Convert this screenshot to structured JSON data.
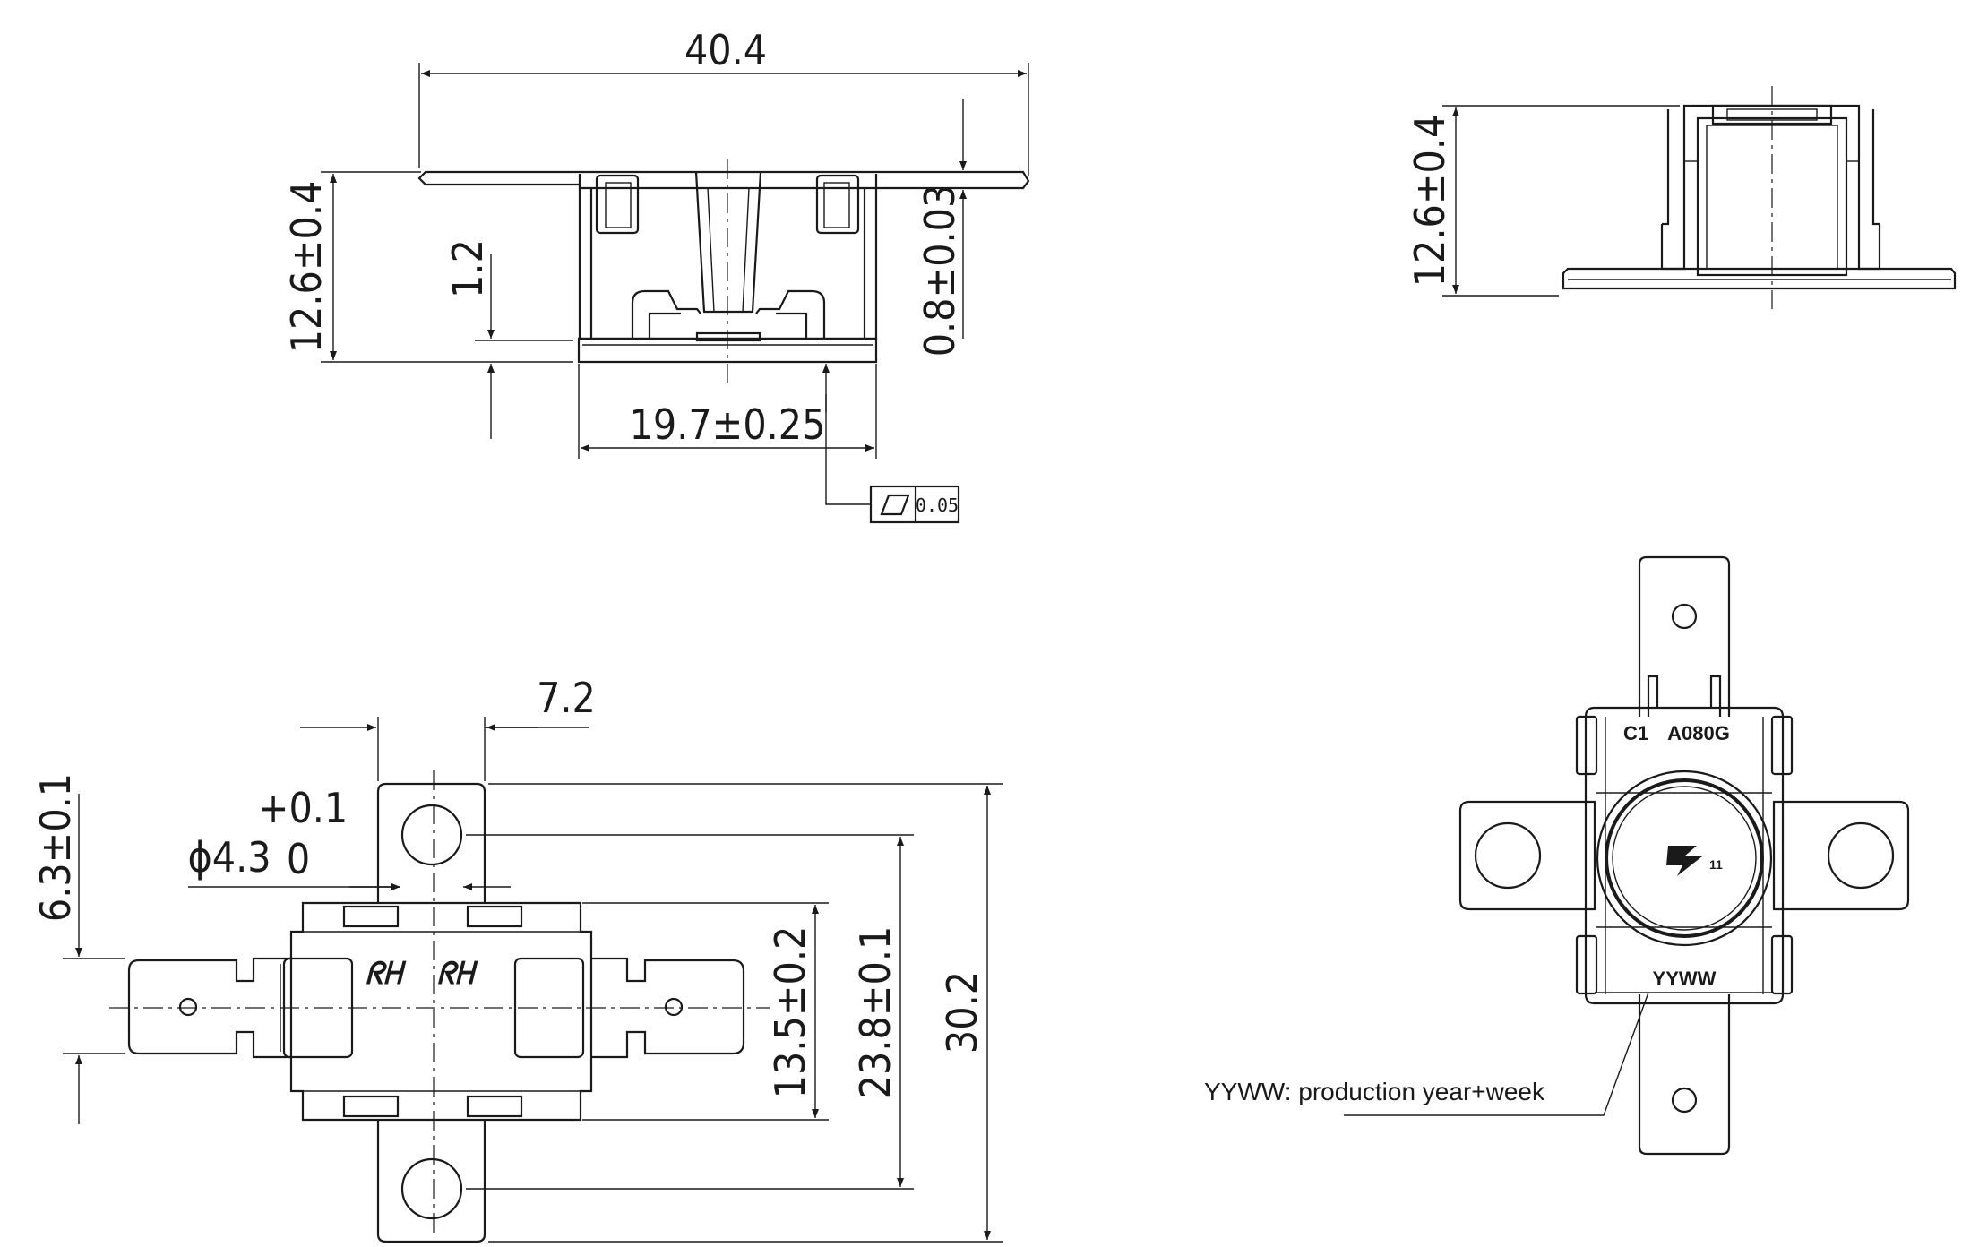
{
  "views": {
    "front": {
      "dim_width": "40.4",
      "dim_height": "12.6±0.4",
      "dim_step": "1.2",
      "dim_thickness": "0.8±0.03",
      "dim_base": "19.7±0.25",
      "flatness_tolerance": "0.05"
    },
    "side": {
      "dim_height": "12.6±0.4"
    },
    "top": {
      "dim_tab_width": "7.2",
      "dim_hole_dia": "ϕ4.3",
      "dim_hole_tol_upper": "+0.1",
      "dim_hole_tol_lower": "0",
      "dim_terminal_width": "6.3±0.1",
      "dim_body": "13.5±0.2",
      "dim_hole_pitch": "23.8±0.1",
      "dim_overall": "30.2"
    },
    "iso": {
      "marking_left": "C1",
      "marking_right": "A080G",
      "date_code": "YYWW",
      "date_code_note": "YYWW: production year+week",
      "cert_sub": "11"
    }
  }
}
